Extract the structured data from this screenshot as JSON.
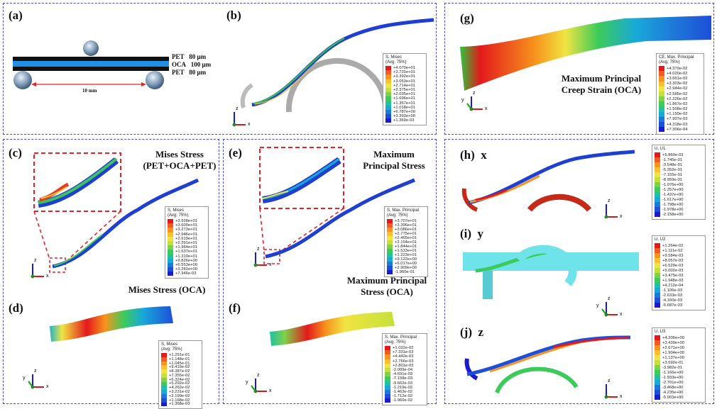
{
  "panels": {
    "a": {
      "label": "(a)",
      "layers": [
        {
          "name": "PET",
          "thickness": "80 μm"
        },
        {
          "name": "OCA",
          "thickness": "100 μm"
        },
        {
          "name": "PET",
          "thickness": "80 μm"
        }
      ],
      "span": "10 mm"
    },
    "b": {
      "label": "(b)"
    },
    "c": {
      "label": "(c)",
      "title_line1": "Mises Stress",
      "title_line2": "(PET+OCA+PET)"
    },
    "d": {
      "label": "(d)",
      "title": "Mises Stress (OCA)"
    },
    "e": {
      "label": "(e)",
      "title_line1": "Maximum",
      "title_line2": "Principal Stress"
    },
    "f": {
      "label": "(f)",
      "title_line1": "Maximum Principal",
      "title_line2": "Stress (OCA)"
    },
    "g": {
      "label": "(g)",
      "title_line1": "Maximum Principal",
      "title_line2": "Creep Strain (OCA)"
    },
    "h": {
      "label": "(h)",
      "axis": "x"
    },
    "i": {
      "label": "(i)",
      "axis": "y"
    },
    "j": {
      "label": "(j)",
      "axis": "z"
    }
  },
  "legend_colors": [
    "#e3191c",
    "#f15a22",
    "#f7941d",
    "#fbc02d",
    "#f0e442",
    "#c5e03a",
    "#7fd04a",
    "#3ccb5a",
    "#1fc2a5",
    "#19a9d8",
    "#1f78d8",
    "#1d4fd8",
    "#1a1ad0"
  ],
  "legends": {
    "b": {
      "header1": "S, Mises",
      "header2": "(Avg: 75%)",
      "values": [
        "+4.070e+01",
        "+3.731e+01",
        "+3.392e+01",
        "+3.053e+01",
        "+2.714e+01",
        "+2.375e+01",
        "+2.035e+01",
        "+1.696e+01",
        "+1.357e+01",
        "+1.018e+01",
        "+6.787e+00",
        "+3.393e+00",
        "+1.369e-03"
      ]
    },
    "c": {
      "header1": "S, Mises",
      "header2": "(Avg: 75%)",
      "values": [
        "+3.928e+01",
        "+3.600e+01",
        "+3.273e+01",
        "+2.946e+01",
        "+2.619e+01",
        "+2.291e+01",
        "+1.964e+01",
        "+1.637e+01",
        "+1.310e+01",
        "+9.826e+00",
        "+6.553e+00",
        "+3.281e+00",
        "+7.346e-03"
      ]
    },
    "d": {
      "header1": "S, Mises",
      "header2": "(Avg: 75%)",
      "values": [
        "+1.251e-01",
        "+1.148e-01",
        "+1.045e-01",
        "+9.419e-02",
        "+8.387e-02",
        "+7.355e-02",
        "+6.324e-02",
        "+5.292e-02",
        "+4.262e-02",
        "+3.231e-02",
        "+2.199e-02",
        "+1.168e-02",
        "+1.368e-03"
      ]
    },
    "e": {
      "header1": "S, Max. Principal",
      "header2": "(Avg: 75%)",
      "values": [
        "+3.707e+01",
        "+3.396e+01",
        "+3.086e+01",
        "+2.775e+01",
        "+2.465e+01",
        "+2.154e+01",
        "+1.844e+01",
        "+1.533e+01",
        "+1.223e+01",
        "+9.122e+00",
        "+6.017e+00",
        "+2.909e+00",
        "-1.960e-01"
      ]
    },
    "f": {
      "header1": "S, Max. Principal",
      "header2": "(Avg: 75%)",
      "values": [
        "+1.022e-02",
        "+7.331e-03",
        "+4.442e-03",
        "+2.766e-03",
        "+2.801e-03",
        "-2.009e-04",
        "-4.691e-03",
        "-7.158e-03",
        "-9.662e-03",
        "-1.219e-02",
        "-1.463e-02",
        "-1.712e-02",
        "-1.960e-02"
      ]
    },
    "g": {
      "header1": "CE, Max. Principal",
      "header2": "(Avg: 75%)",
      "values": [
        "+4.379e-02",
        "+4.020e-02",
        "+3.661e-02",
        "+3.303e-02",
        "+2.944e-02",
        "+2.585e-02",
        "+2.226e-02",
        "+1.867e-02",
        "+1.508e-02",
        "+1.150e-02",
        "+7.907e-03",
        "+4.318e-03",
        "+7.306e-04"
      ]
    },
    "h": {
      "header1": "U, U1",
      "header2": "",
      "values": [
        "+5.860e-03",
        "-1.745e-01",
        "-3.548e-01",
        "-5.352e-01",
        "-7.155e-01",
        "-8.959e-01",
        "-1.076e+00",
        "-1.257e+00",
        "-1.437e+00",
        "-1.617e+00",
        "-1.798e+00",
        "-1.978e+00",
        "-2.158e+00"
      ]
    },
    "i": {
      "header1": "U, U2",
      "header2": "",
      "values": [
        "+1.264e-02",
        "+1.111e-02",
        "+9.584e-03",
        "+8.057e-03",
        "+6.529e-03",
        "+5.002e-03",
        "+3.475e-03",
        "+1.948e-03",
        "+4.212e-04",
        "-1.106e-03",
        "-2.633e-03",
        "-4.160e-03",
        "-5.687e-03"
      ]
    },
    "j": {
      "header1": "U, U3",
      "header2": "",
      "values": [
        "+4.206e+00",
        "+3.439e+00",
        "+2.671e+00",
        "+1.904e+00",
        "+1.137e+00",
        "+3.692e-01",
        "-3.982e-01",
        "-1.166e+00",
        "-1.933e+00",
        "-2.701e+00",
        "-3.468e+00",
        "-4.235e+00",
        "-5.003e+00"
      ]
    }
  },
  "triad_labels": {
    "x": "x",
    "y": "y",
    "z": "z"
  }
}
